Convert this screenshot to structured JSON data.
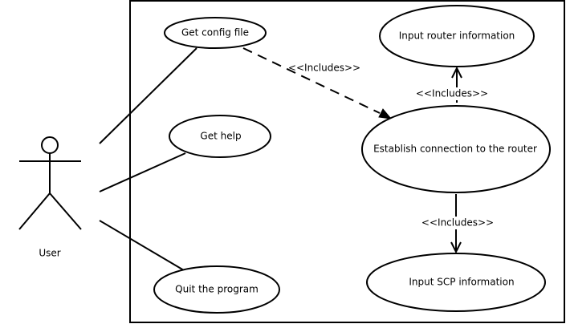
{
  "diagram": {
    "actor": {
      "label": "User"
    },
    "use_cases": {
      "get_config": "Get config file",
      "get_help": "Get help",
      "quit": "Quit the program",
      "establish": "Establish connection to the router",
      "router_info": "Input router information",
      "scp_info": "Input SCP information"
    },
    "relations": {
      "config_to_establish": "<<Includes>>",
      "establish_to_router": "<<Includes>>",
      "establish_to_scp": "<<Includes>>"
    }
  }
}
